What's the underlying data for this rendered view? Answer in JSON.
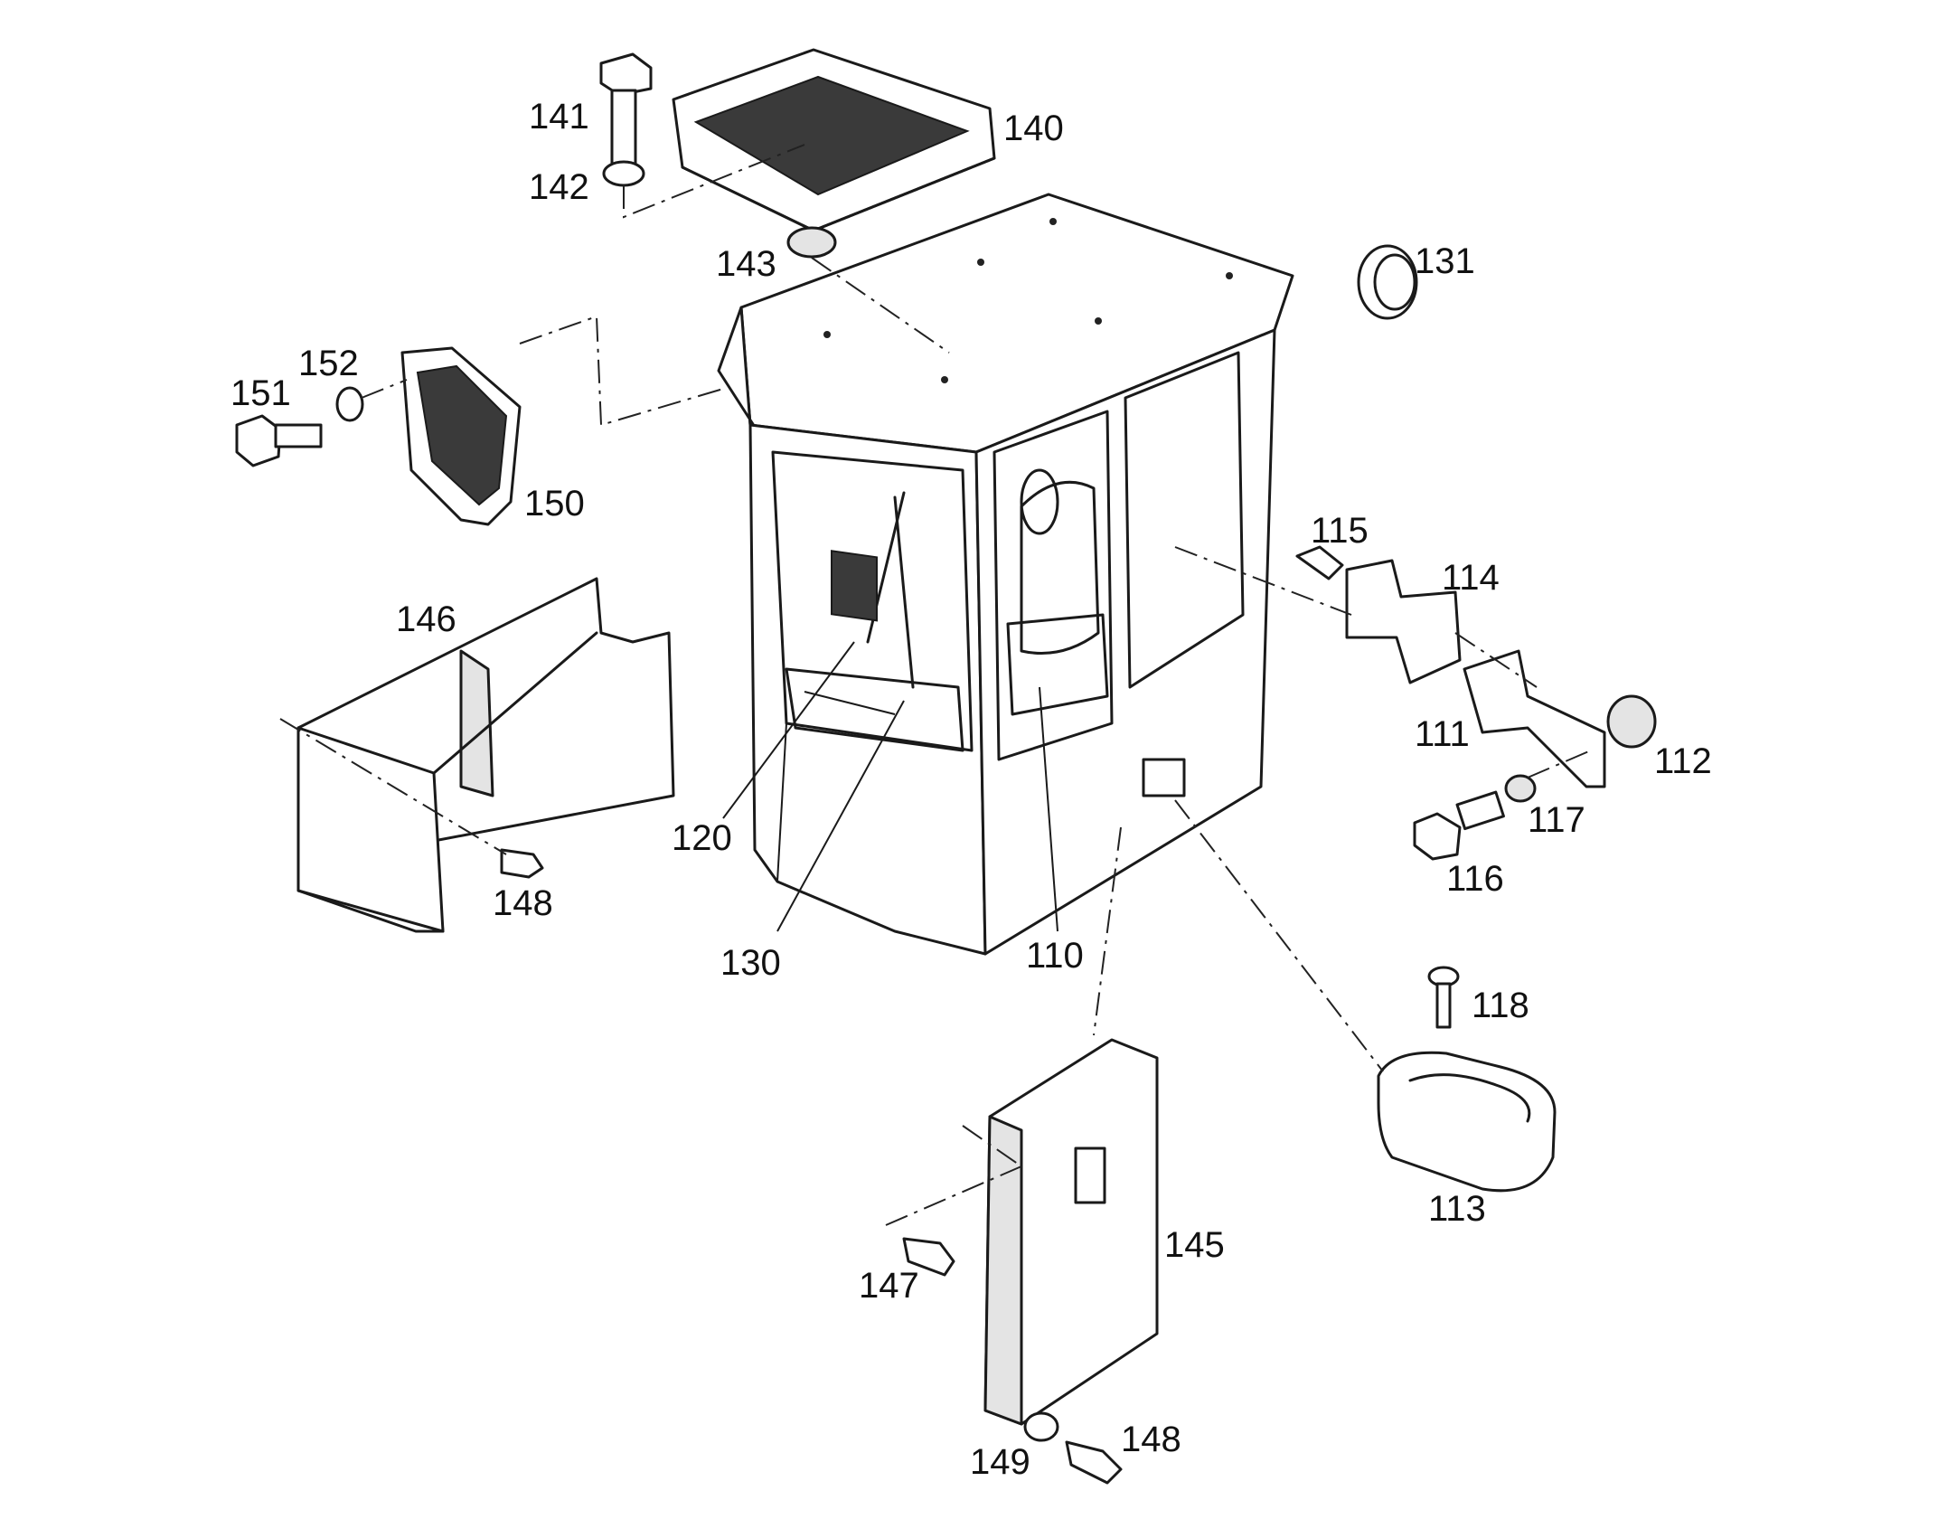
{
  "diagram": {
    "callouts": {
      "p110": "110",
      "p111": "111",
      "p112": "112",
      "p113": "113",
      "p114": "114",
      "p115": "115",
      "p116": "116",
      "p117": "117",
      "p118": "118",
      "p120": "120",
      "p130": "130",
      "p131": "131",
      "p140": "140",
      "p141": "141",
      "p142": "142",
      "p143": "143",
      "p145": "145",
      "p146": "146",
      "p147": "147",
      "p148a": "148",
      "p148b": "148",
      "p149": "149",
      "p150": "150",
      "p151": "151",
      "p152": "152"
    }
  }
}
